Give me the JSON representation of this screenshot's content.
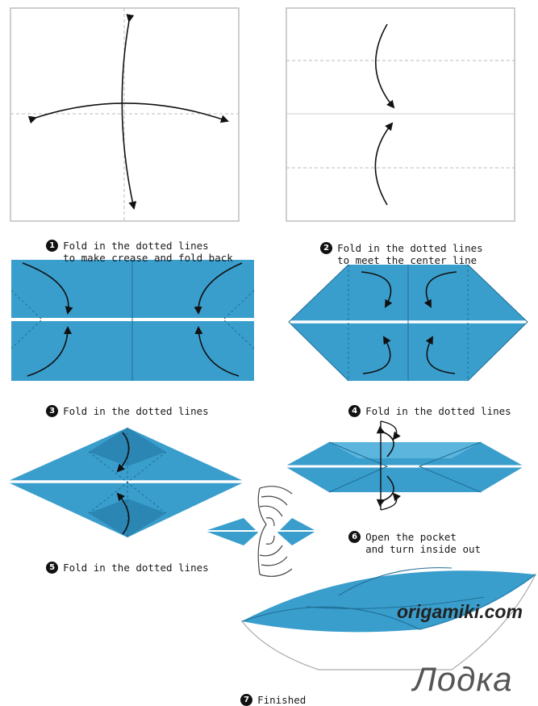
{
  "steps": [
    {
      "number": "1",
      "text": "Fold in the dotted lines\nto make crease and fold back"
    },
    {
      "number": "2",
      "text": "Fold in the dotted lines\nto meet the center line"
    },
    {
      "number": "3",
      "text": "Fold in the dotted lines"
    },
    {
      "number": "4",
      "text": "Fold in the dotted lines"
    },
    {
      "number": "5",
      "text": "Fold in the dotted lines"
    },
    {
      "number": "6",
      "text": "Open the pocket\nand turn inside out"
    },
    {
      "number": "7",
      "text": "Finished"
    }
  ],
  "watermark": "origamiki.com",
  "title": "Лодка",
  "colors": {
    "paper": "#3a9ecd",
    "paper_dark": "#2b86b3",
    "paper_light": "#5bb5dd",
    "fold_line": "#1f6e94",
    "crease": "#bbbbbb",
    "arrow": "#111111"
  }
}
